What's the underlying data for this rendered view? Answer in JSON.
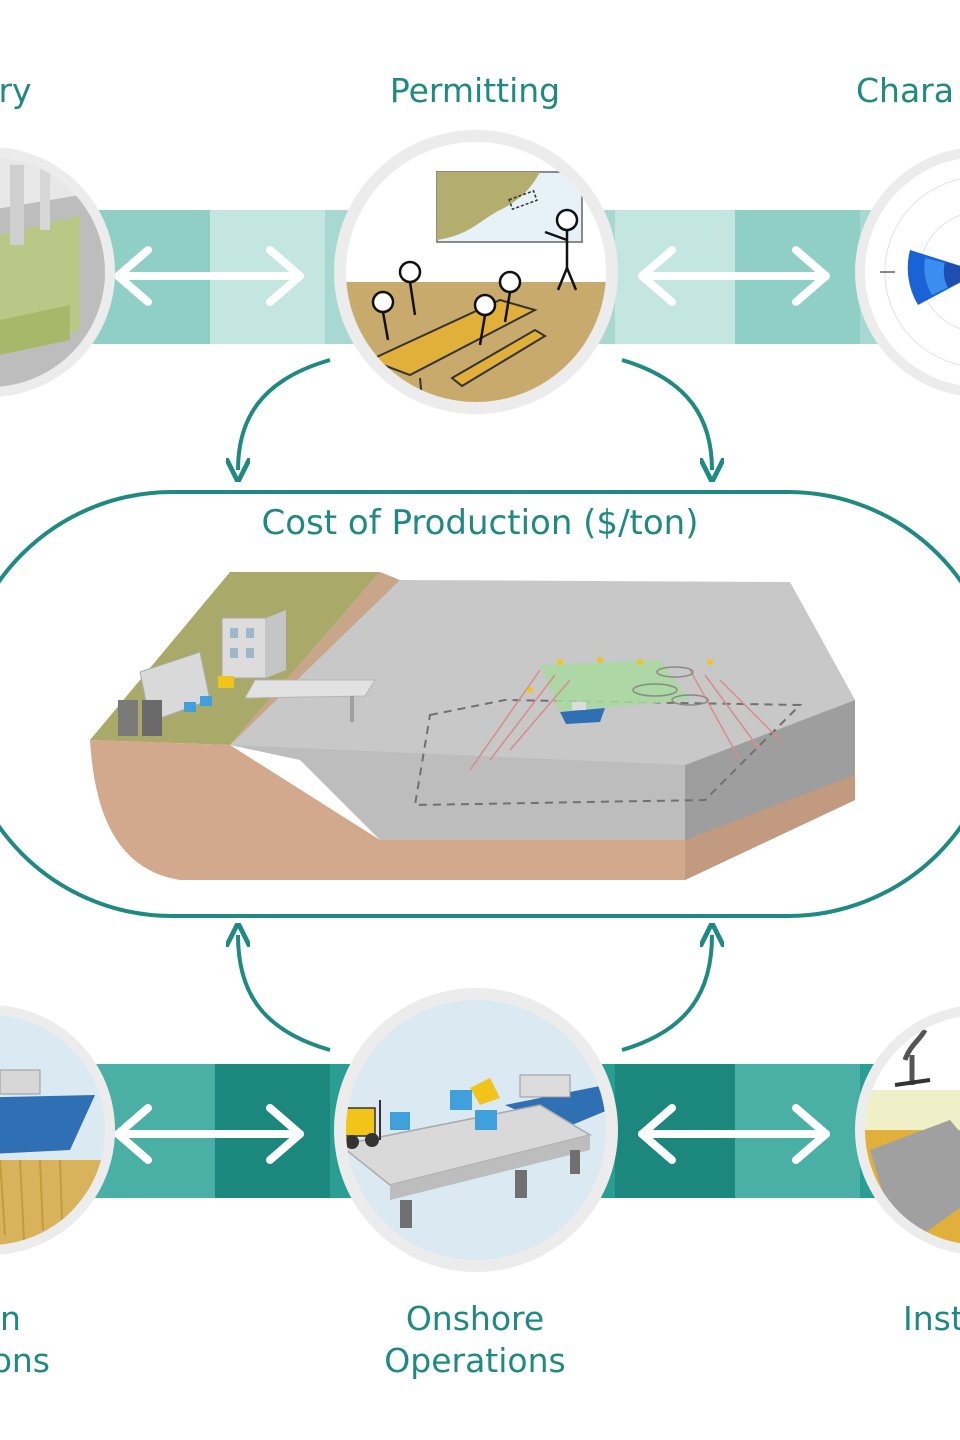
{
  "center": {
    "title": "Cost of Production ($/ton)"
  },
  "stages": {
    "top_left": {
      "text": "ry"
    },
    "top_center": {
      "text": "Permitting"
    },
    "top_right": {
      "text": "Chara"
    },
    "bottom_left": {
      "line1": "n",
      "line2": "ons"
    },
    "bottom_center": {
      "line1": "Onshore",
      "line2": "Operations"
    },
    "bottom_right": {
      "text": "Inst"
    }
  },
  "colors": {
    "accent": "#1f8a82",
    "band_top_light": "#a8d8d2",
    "band_top_dark": "#6ec1b8",
    "band_bottom": "#2a9e93",
    "band_bottom_dark": "#1c877c",
    "circle_ring": "#ededed"
  },
  "icons": [
    "double-arrow-icon",
    "curved-arrow-icon"
  ]
}
